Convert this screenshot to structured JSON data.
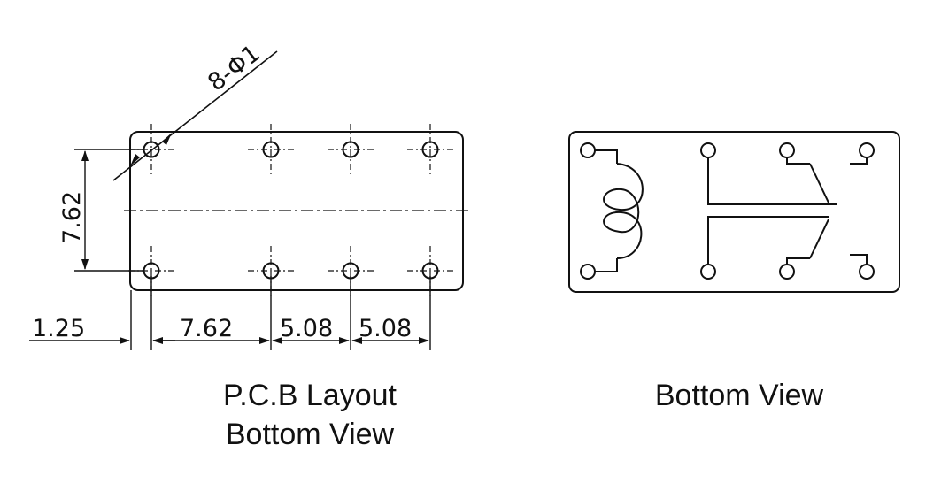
{
  "labels": {
    "hole_callout": "8-Φ1",
    "row_spacing": "7.62",
    "dim_offset": "1.25",
    "dim_pitch_1": "7.62",
    "dim_pitch_2": "5.08",
    "dim_pitch_3": "5.08"
  },
  "captions": {
    "pcb_line1": "P.C.B Layout",
    "pcb_line2": "Bottom View",
    "bottom": "Bottom View"
  },
  "colors": {
    "line": "#111111",
    "background": "#ffffff"
  }
}
